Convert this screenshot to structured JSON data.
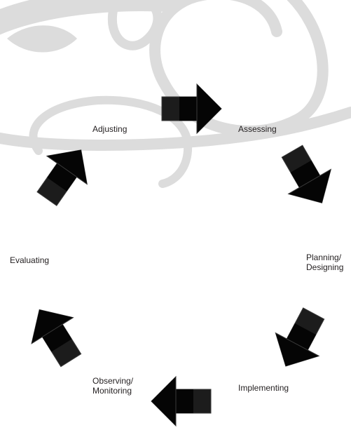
{
  "diagram": {
    "steps": [
      {
        "id": "adjusting",
        "label": "Adjusting"
      },
      {
        "id": "assessing",
        "label": "Assessing"
      },
      {
        "id": "planning",
        "label": "Planning/\nDesigning"
      },
      {
        "id": "implementing",
        "label": "Implementing"
      },
      {
        "id": "observing",
        "label": "Observing/\nMonitoring"
      },
      {
        "id": "evaluating",
        "label": "Evaluating"
      }
    ],
    "flow": [
      {
        "from": "Adjusting",
        "to": "Assessing"
      },
      {
        "from": "Assessing",
        "to": "Planning/Designing"
      },
      {
        "from": "Planning/Designing",
        "to": "Implementing"
      },
      {
        "from": "Implementing",
        "to": "Observing/Monitoring"
      },
      {
        "from": "Observing/Monitoring",
        "to": "Evaluating"
      },
      {
        "from": "Evaluating",
        "to": "Adjusting"
      }
    ],
    "colors": {
      "arrow_light": "#1c1c1c",
      "arrow_dark": "#050505",
      "arrow_edge": "#3a3a3a",
      "swirl": "#dcdcdc",
      "text": "#231f20",
      "background": "#ffffff"
    }
  }
}
